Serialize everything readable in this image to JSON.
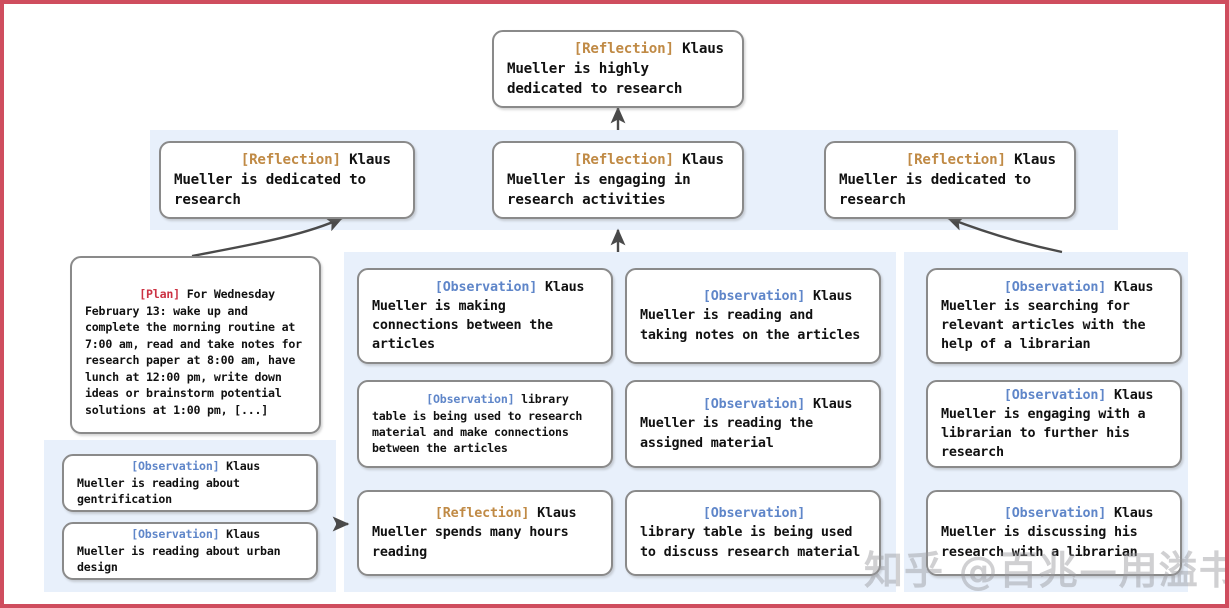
{
  "frame": {
    "border_color": "#cf4d5e"
  },
  "colors": {
    "panel_bg": "#e8f0fb",
    "node_bg": "#ffffff",
    "node_border": "#8a8a8a",
    "tag_reflection": "#c08a45",
    "tag_observation": "#5f86c9",
    "tag_plan": "#cc3344",
    "arrow": "#4a4a4a"
  },
  "watermark": {
    "text": "知乎 @百兆—用溢书生"
  },
  "diagram": {
    "type": "memory-stream-reflection-tree",
    "nodes": {
      "root": {
        "id": "root-reflection",
        "tag": "[Reflection]",
        "tag_kind": "reflection",
        "text": " Klaus Mueller is highly dedicated to research"
      },
      "mid": [
        {
          "id": "reflection-dedicated-left",
          "tag": "[Reflection]",
          "tag_kind": "reflection",
          "text": " Klaus Mueller is dedicated to research"
        },
        {
          "id": "reflection-engaging",
          "tag": "[Reflection]",
          "tag_kind": "reflection",
          "text": " Klaus Mueller is engaging in research activities"
        },
        {
          "id": "reflection-dedicated-right",
          "tag": "[Reflection]",
          "tag_kind": "reflection",
          "text": " Klaus Mueller is dedicated to research"
        }
      ],
      "plan": {
        "id": "plan-wednesday",
        "tag": "[Plan]",
        "tag_kind": "plan",
        "text": " For Wednesday February 13: wake up and complete the morning routine at 7:00 am, read and take notes for research paper at 8:00 am, have lunch at 12:00 pm, write down ideas or brainstorm potential solutions at 1:00 pm, [...]"
      },
      "bottom_left": [
        {
          "id": "observation-gentrification",
          "tag": "[Observation]",
          "tag_kind": "observation",
          "text": " Klaus Mueller is reading about gentrification"
        },
        {
          "id": "observation-urban-design",
          "tag": "[Observation]",
          "tag_kind": "observation",
          "text": " Klaus Mueller is reading about urban design"
        }
      ],
      "col_left": [
        {
          "id": "observation-making-connections",
          "tag": "[Observation]",
          "tag_kind": "observation",
          "text": " Klaus Mueller is making connections between the articles"
        },
        {
          "id": "observation-library-table-research",
          "tag": "[Observation]",
          "tag_kind": "observation",
          "text": " library table is being used to research material and make connections between the articles"
        },
        {
          "id": "reflection-spends-hours-reading",
          "tag": "[Reflection]",
          "tag_kind": "reflection",
          "text": " Klaus Mueller spends many hours reading"
        }
      ],
      "col_mid": [
        {
          "id": "observation-reading-taking-notes",
          "tag": "[Observation]",
          "tag_kind": "observation",
          "text": " Klaus Mueller is reading and taking notes on the articles"
        },
        {
          "id": "observation-assigned-material",
          "tag": "[Observation]",
          "tag_kind": "observation",
          "text": " Klaus Mueller is reading the assigned material"
        },
        {
          "id": "observation-library-table-discuss",
          "tag": "[Observation]",
          "tag_kind": "observation",
          "text": " library table is being used to discuss research material"
        }
      ],
      "col_right": [
        {
          "id": "observation-searching-articles",
          "tag": "[Observation]",
          "tag_kind": "observation",
          "text": " Klaus Mueller is searching for relevant articles with the help of a librarian"
        },
        {
          "id": "observation-engaging-librarian",
          "tag": "[Observation]",
          "tag_kind": "observation",
          "text": " Klaus Mueller is engaging with a librarian to further his research"
        },
        {
          "id": "observation-discussing-research",
          "tag": "[Observation]",
          "tag_kind": "observation",
          "text": " Klaus Mueller is discussing his research with a librarian"
        }
      ]
    }
  }
}
